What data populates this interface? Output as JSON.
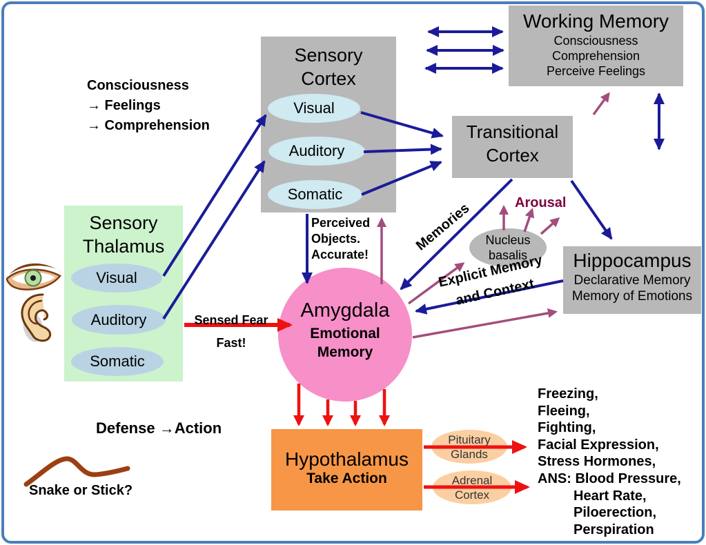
{
  "nodes": {
    "working_memory": {
      "title": "Working Memory",
      "lines": [
        "Consciousness",
        "Comprehension",
        "Perceive Feelings"
      ]
    },
    "sensory_cortex": {
      "title_lines": [
        "Sensory",
        "Cortex"
      ],
      "items": [
        "Visual",
        "Auditory",
        "Somatic"
      ]
    },
    "transitional_cortex": {
      "title_lines": [
        "Transitional",
        "Cortex"
      ]
    },
    "hippocampus": {
      "title": "Hippocampus",
      "lines": [
        "Declarative Memory",
        "Memory of Emotions"
      ]
    },
    "sensory_thalamus": {
      "title_lines": [
        "Sensory",
        "Thalamus"
      ],
      "items": [
        "Visual",
        "Auditory",
        "Somatic"
      ]
    },
    "amygdala": {
      "title": "Amygdala",
      "subtitle_lines": [
        "Emotional",
        "Memory"
      ]
    },
    "nucleus_basalis": {
      "title_lines": [
        "Nucleus",
        "basalis"
      ]
    },
    "hypothalamus": {
      "title": "Hypothalamus",
      "subtitle": "Take Action"
    },
    "pituitary_glands": {
      "title_lines": [
        "Pituitary",
        "Glands"
      ]
    },
    "adrenal_cortex": {
      "title_lines": [
        "Adrenal",
        "Cortex"
      ]
    }
  },
  "labels": {
    "consciousness_note": {
      "lines": [
        "Consciousness",
        "→ Feelings",
        "→ Comprehension"
      ]
    },
    "perceived_objects": {
      "lines": [
        "Perceived",
        "Objects.",
        "Accurate!"
      ]
    },
    "sensed_fear": {
      "lines": [
        "Sensed Fear",
        "Fast!"
      ]
    },
    "memories": "Memories",
    "explicit_memory": {
      "lines": [
        "Explicit Memory",
        "and Context"
      ]
    },
    "arousal": "Arousal",
    "defense_action": "Defense →Action",
    "snake_or_stick": "Snake or Stick?",
    "defense_outputs": {
      "lines": [
        "Freezing,",
        "Fleeing,",
        "Fighting,",
        "Facial Expression,",
        "Stress Hormones,",
        "ANS: Blood Pressure,",
        "Heart Rate,",
        "Piloerection,",
        "Perspiration"
      ]
    }
  },
  "colors": {
    "box_gray": "#b8b8b8",
    "thalamus_green": "#ccf3cc",
    "cortex_ellipse_blue": "#cfeaf0",
    "thalamus_ellipse_blue": "#b9d3e4",
    "amygdala_pink": "#f78fc8",
    "hypothalamus_orange": "#f79646",
    "gland_peach": "#fbcfa2",
    "arrow_navy": "#1b1b99",
    "arrow_red": "#ee1111",
    "arrow_purple": "#a34d7d",
    "arousal_text": "#7d0040",
    "snake_brown": "#9c3f12",
    "frame_blue": "#4a7ebc"
  }
}
